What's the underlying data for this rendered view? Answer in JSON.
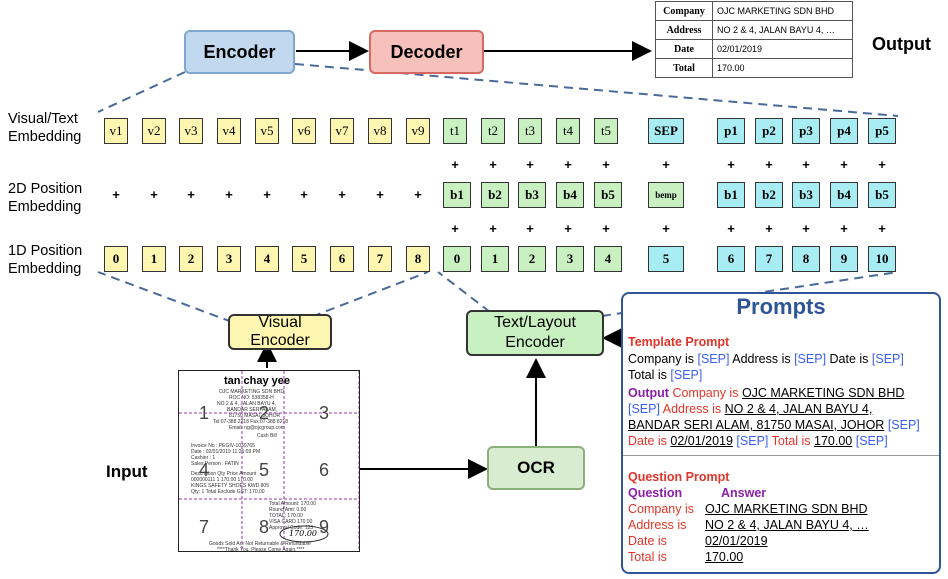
{
  "encoder_label": "Encoder",
  "decoder_label": "Decoder",
  "output_label": "Output",
  "output_table": [
    {
      "key": "Company",
      "value": "OJC MARKETING SDN BHD"
    },
    {
      "key": "Address",
      "value": "NO 2 & 4, JALAN BAYU 4, …"
    },
    {
      "key": "Date",
      "value": "02/01/2019"
    },
    {
      "key": "Total",
      "value": "170.00"
    }
  ],
  "row_labels": {
    "visual_text": [
      "Visual/Text",
      "Embedding"
    ],
    "pos2d": [
      "2D Position",
      "Embedding"
    ],
    "pos1d": [
      "1D Position",
      "Embedding"
    ]
  },
  "visual_tokens": [
    "v1",
    "v2",
    "v3",
    "v4",
    "v5",
    "v6",
    "v7",
    "v8",
    "v9"
  ],
  "text_tokens": [
    "t1",
    "t2",
    "t3",
    "t4",
    "t5"
  ],
  "sep_token": "SEP",
  "prompt_tokens": [
    "p1",
    "p2",
    "p3",
    "p4",
    "p5"
  ],
  "bbox_tokens": [
    "b1",
    "b2",
    "b3",
    "b4",
    "b5"
  ],
  "bbox_sep": "bemp",
  "prompt_bbox_tokens": [
    "b1",
    "b2",
    "b3",
    "b4",
    "b5"
  ],
  "pos_visual": [
    "0",
    "1",
    "2",
    "3",
    "4",
    "5",
    "6",
    "7",
    "8"
  ],
  "pos_text": [
    "0",
    "1",
    "2",
    "3",
    "4"
  ],
  "pos_sep": "5",
  "pos_prompt": [
    "6",
    "7",
    "8",
    "9",
    "10"
  ],
  "plus_sign": "+",
  "visual_encoder_label": "Visual Encoder",
  "text_layout_encoder_label": [
    "Text/Layout",
    "Encoder"
  ],
  "ocr_label": "OCR",
  "input_label": "Input",
  "receipt": {
    "title": "tan chay yee",
    "lines": [
      "OJC MARKETING SDN BHD",
      "ROC NO: 538358-H",
      "NO 2 & 4, JALAN BAYU 4,",
      "BANDAR SERI ALAM,",
      "81750 MASAI, JOHOR",
      "Tel:07-388 2218 Fax:07-388 8218",
      "Email: ng@ojcgroup.com",
      "Cash Bill",
      "Invoice No : PEGIV-1030765",
      "Date : 02/01/2019 11:26:09 PM",
      "Cashier : 1",
      "Sales Person : FATIN",
      "Description Qty Price Amount",
      "000000111 1 170.00 170.00",
      "KINGS SAFETY SHOES KWD 805",
      "Qty: 1 Total Exclude GST: 170.00",
      "Total Amount: 170.00",
      "Round Amt: 0.00",
      "TOTAL: 170.00",
      "VISA CARD 170.00",
      "Approval Code: 123",
      "Goods Sold Are Not Returnable & Refundable",
      "****Thank You. Please Come Again.****"
    ],
    "grid_numbers": [
      "1",
      "2",
      "3",
      "4",
      "5",
      "6",
      "7",
      "8",
      "9"
    ],
    "handwriting": "170.00"
  },
  "prompts": {
    "title": "Prompts",
    "template_heading": "Template Prompt",
    "template_line1": {
      "a": "Company is ",
      "sep1": "[SEP]",
      "b": " Address is ",
      "sep2": "[SEP]",
      "c": " Date is ",
      "sep3": "[SEP]"
    },
    "template_line2": {
      "a": "Total is ",
      "sep": "[SEP]"
    },
    "output_heading": "Output",
    "output_line1": {
      "a": "Company is ",
      "v": "OJC MARKETING SDN BHD"
    },
    "output_line2": {
      "sep": "[SEP]",
      "a": " Address is ",
      "v": "NO 2 & 4, JALAN BAYU 4,"
    },
    "output_line3": {
      "v": "BANDAR SERI ALAM, 81750 MASAI, JOHOR",
      "sep": " [SEP]"
    },
    "output_line4": {
      "a": "Date is ",
      "v": "02/01/2019",
      "sep1": "  [SEP]",
      "b": " Total is ",
      "v2": "170.00",
      "sep2": " [SEP]"
    },
    "question_heading": "Question Prompt",
    "question_label": "Question",
    "answer_label": "Answer",
    "qa": [
      {
        "q": "Company is",
        "a": "OJC MARKETING SDN BHD"
      },
      {
        "q": "Address is",
        "a": "NO 2 & 4, JALAN BAYU 4, …"
      },
      {
        "q": "Date is",
        "a": "02/01/2019"
      },
      {
        "q": "Total is",
        "a": "170.00"
      }
    ]
  },
  "colors": {
    "visual_token": "#fdf6b0",
    "text_token": "#c8f0c0",
    "prompt_token": "#a8ecf4",
    "encoder": "#c1d8ee",
    "decoder": "#f7c1bb",
    "prompt_border": "#2f5597",
    "red_text": "#e0362a",
    "purple_text": "#8b1fa6",
    "blue_text": "#3b5ef0"
  }
}
